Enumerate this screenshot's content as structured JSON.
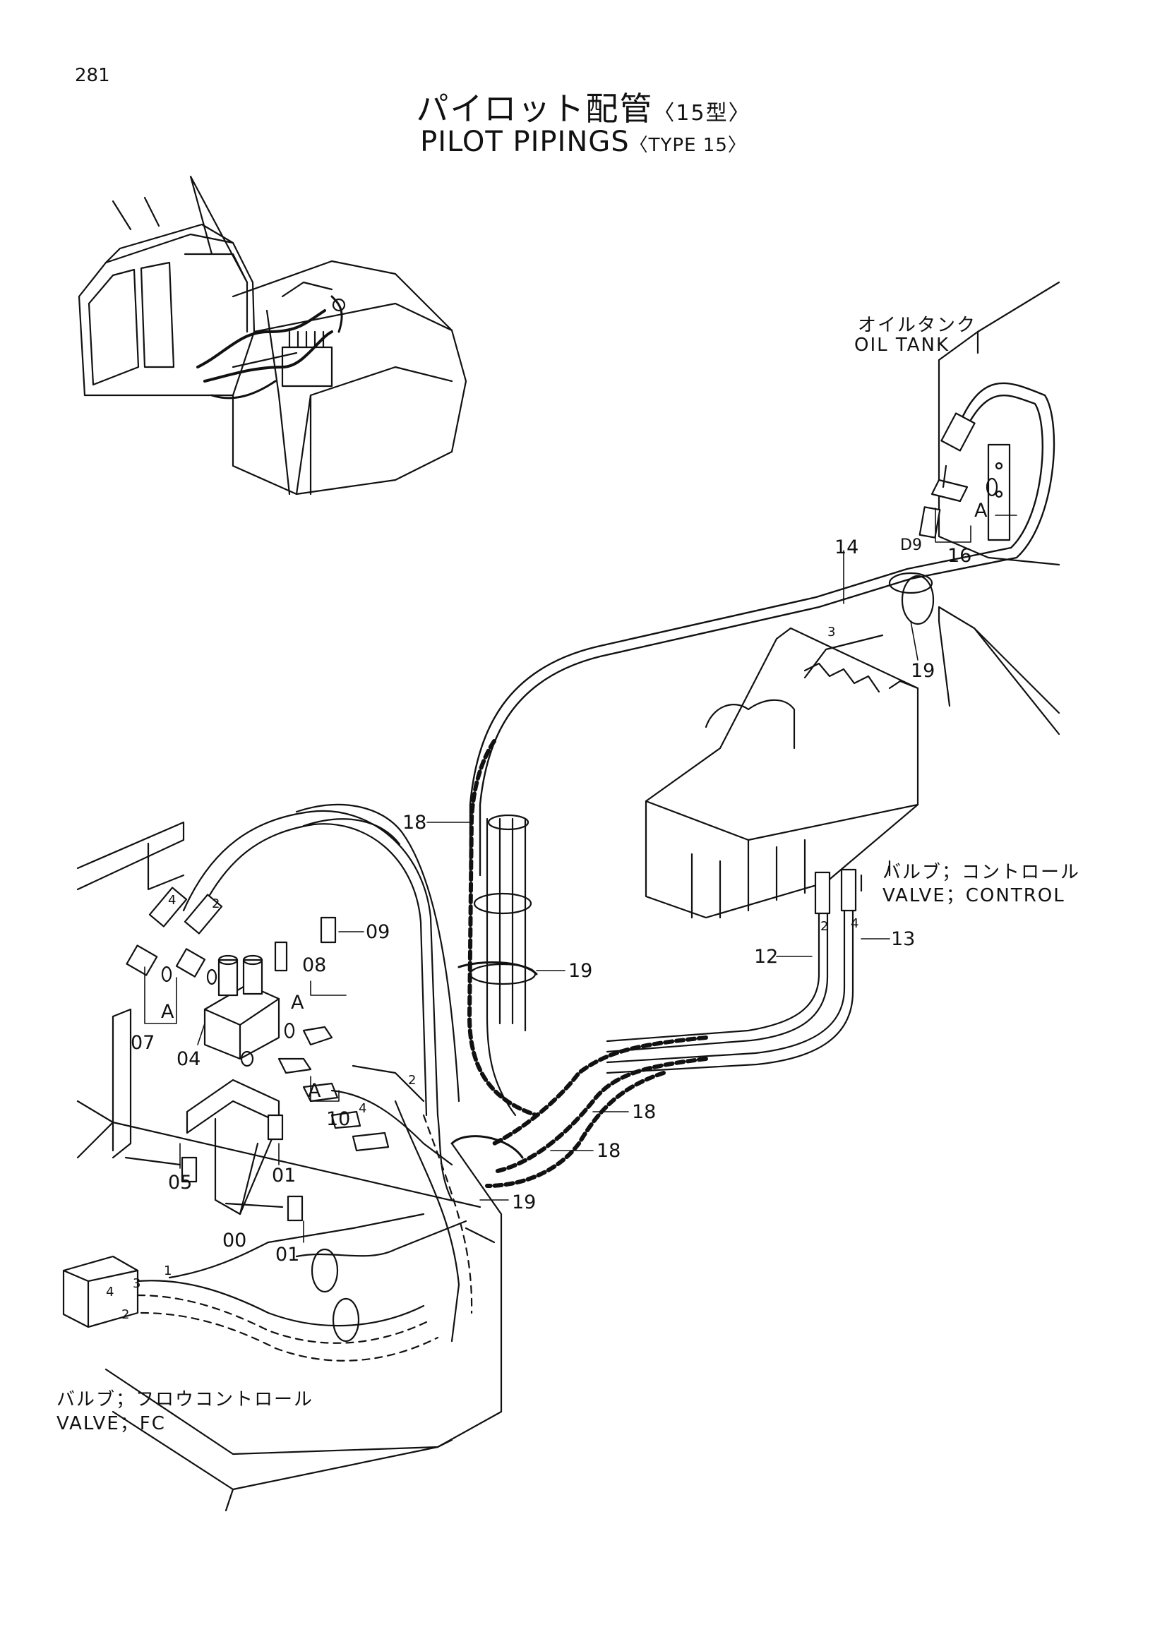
{
  "page_number": "281",
  "title": {
    "jp_main": "パイロット配管",
    "jp_sub": "〈15型〉",
    "en_main": "PILOT PIPINGS",
    "en_sub": "〈TYPE 15〉"
  },
  "labels": {
    "oil_tank_jp": "オイルタンク",
    "oil_tank_en": "OIL TANK",
    "control_valve_jp": "バルブ；コントロール",
    "control_valve_en": "VALVE；CONTROL",
    "fc_valve_jp": "バルブ；フロウコントロール",
    "fc_valve_en": "VALVE；FC"
  },
  "callouts": {
    "p14": "14",
    "p16": "16",
    "p19a": "19",
    "p19b": "19",
    "p19c": "19",
    "p18a": "18",
    "p18b": "18",
    "p18c": "18",
    "p12": "12",
    "p13": "13",
    "p09": "09",
    "p08": "08",
    "p07": "07",
    "p04": "04",
    "p05": "05",
    "p00": "00",
    "p01a": "01",
    "p01b": "01",
    "p10": "10",
    "a1": "A",
    "a2": "A",
    "a3": "A",
    "a4": "A",
    "d9": "D9",
    "port2a": "2",
    "port4a": "4",
    "port2b": "2",
    "port4b": "4",
    "port3": "3",
    "port2c": "2",
    "port4c": "4",
    "port1": "1",
    "port3b": "3",
    "port4d": "4",
    "port2d": "2"
  }
}
